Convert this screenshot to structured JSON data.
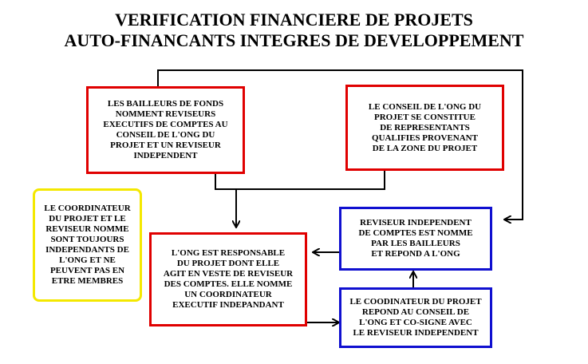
{
  "title": {
    "line1": "VERIFICATION FINANCIERE DE PROJETS",
    "line2": "AUTO-FINANCANTS INTEGRES DE DEVELOPPEMENT"
  },
  "boxes": {
    "bailleurs": "LES BAILLEURS DE FONDS\nNOMMENT REVISEURS\nEXECUTIFS DE  COMPTES AU\nCONSEIL DE  L'ONG DU\nPROJET ET UN REVISEUR\nINDEPENDENT",
    "conseil": "LE CONSEIL DE L'ONG DU\nPROJET SE CONSTITUE\nDE REPRESENTANTS\nQUALIFIES PROVENANT\nDE LA ZONE DU PROJET",
    "coordinateur_note": "LE COORDINATEUR\nDU PROJET ET LE\nREVISEUR NOMME\nSONT TOUJOURS\nINDEPENDANTS DE\nL'ONG ET NE\nPEUVENT PAS EN\nETRE MEMBRES",
    "ong": "L'ONG EST RESPONSABLE\nDU PROJET DONT ELLE\nAGIT EN VESTE DE REVISEUR\nDES COMPTES.  ELLE  NOMME\nUN COORDINATEUR\nEXECUTIF INDEPANDANT",
    "reviseur": "REVISEUR INDEPENDENT\nDE COMPTES EST NOMME\nPAR  LES BAILLEURS\nET REPOND A L'ONG",
    "coodinateur": "LE COODINATEUR DU PROJET\nREPOND AU CONSEIL DE\nL'ONG ET CO-SIGNE AVEC\nLE REVISEUR INDEPENDENT"
  },
  "colors": {
    "red_border": "#e00000",
    "blue_border": "#1010d0",
    "yellow_border": "#f4e800",
    "connector": "#000000"
  }
}
